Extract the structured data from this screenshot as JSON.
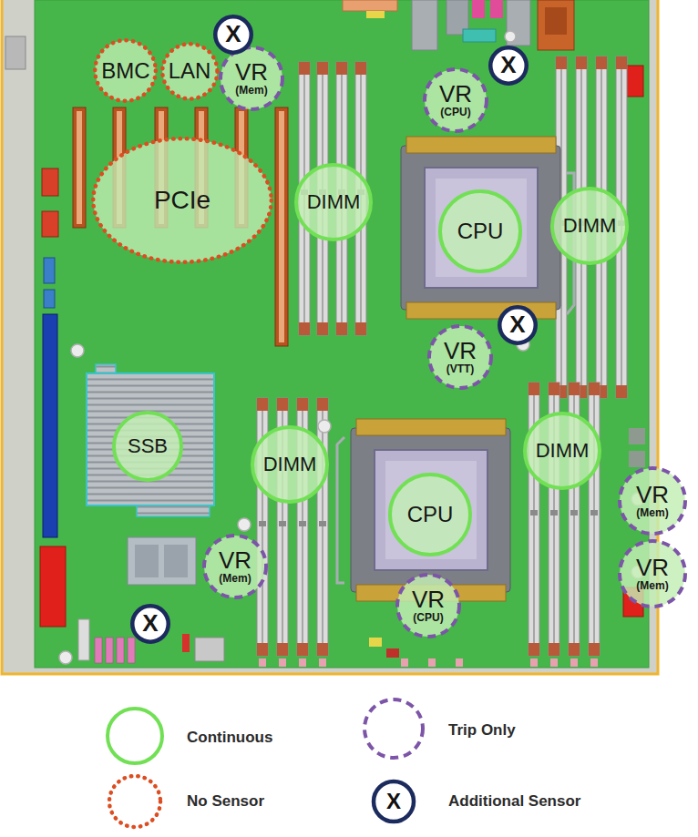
{
  "diagram": {
    "nodes": [
      {
        "text": [
          "X"
        ]
      },
      {
        "text": [
          "BMC"
        ]
      },
      {
        "text": [
          "LAN"
        ]
      },
      {
        "text": [
          "X"
        ]
      },
      {
        "text": [
          "VR",
          "(Mem)"
        ]
      },
      {
        "text": [
          "VR",
          "(CPU)"
        ]
      },
      {
        "text": [
          "PCIe"
        ]
      },
      {
        "text": [
          "DIMM"
        ]
      },
      {
        "text": [
          "DIMM"
        ]
      },
      {
        "text": [
          "CPU"
        ]
      },
      {
        "text": [
          "X"
        ]
      },
      {
        "text": [
          "VR",
          "(VTT)"
        ]
      },
      {
        "text": [
          "SSB"
        ]
      },
      {
        "text": [
          "DIMM"
        ]
      },
      {
        "text": [
          "DIMM"
        ]
      },
      {
        "text": [
          "CPU"
        ]
      },
      {
        "text": [
          "VR",
          "(Mem)"
        ]
      },
      {
        "text": [
          "VR",
          "(Mem)"
        ]
      },
      {
        "text": [
          "VR",
          "(Mem)"
        ]
      },
      {
        "text": [
          "VR",
          "(CPU)"
        ]
      },
      {
        "text": [
          "X"
        ]
      }
    ],
    "labels": [
      "X"
    ],
    "legend": [
      {
        "text": "Continuous"
      },
      {
        "text": "Trip Only"
      },
      {
        "text": "No Sensor"
      },
      {
        "text": "Additional Sensor"
      }
    ]
  }
}
